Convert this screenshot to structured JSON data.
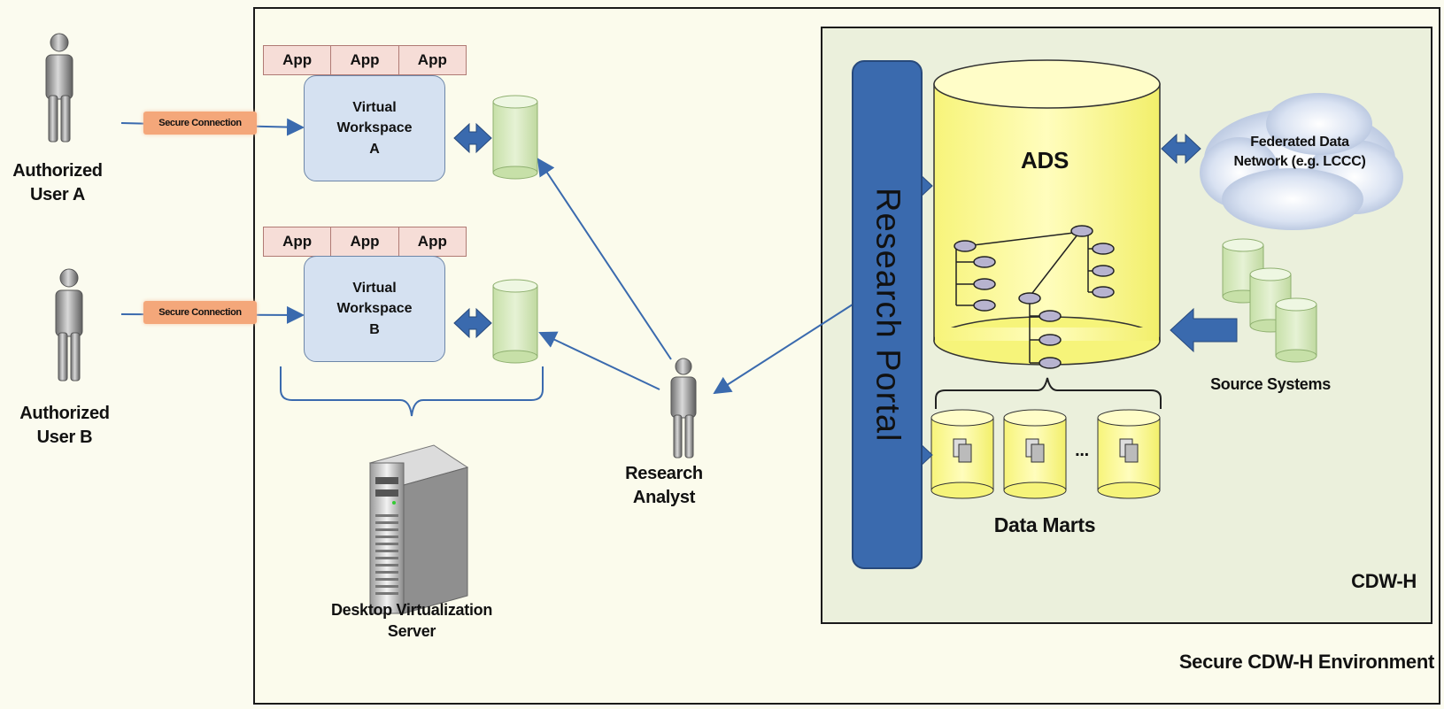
{
  "users": {
    "a_label": "Authorized User A",
    "b_label": "Authorized User B"
  },
  "connections": {
    "a_label": "Secure Connection",
    "b_label": "Secure Connection"
  },
  "apps": {
    "row_a": [
      "App",
      "App",
      "App"
    ],
    "row_b": [
      "App",
      "App",
      "App"
    ]
  },
  "workspaces": {
    "a_label": "Virtual Workspace A",
    "b_label": "Virtual Workspace B"
  },
  "server": {
    "label": "Desktop Virtualization Server"
  },
  "analyst": {
    "label": "Research Analyst"
  },
  "portal": {
    "label": "Research Portal"
  },
  "ads": {
    "label": "ADS"
  },
  "data_marts": {
    "label": "Data Marts",
    "ellipsis": "..."
  },
  "federated": {
    "label": "Federated Data Network (e.g. LCCC)"
  },
  "source_systems": {
    "label": "Source Systems"
  },
  "cdwh": {
    "label": "CDW-H"
  },
  "environment": {
    "label": "Secure CDW-H Environment"
  },
  "colors": {
    "arrow_blue": "#3a6aae",
    "portal_blue": "#3a6aae",
    "ads_yellow": "#fdfcaa",
    "db_green": "#daecc4",
    "workspace_blue": "#d5e1f1",
    "secure_orange": "#f4a77a",
    "app_pink": "#f6ddd7"
  },
  "icons": [
    "person-icon",
    "server-tower-icon",
    "cloud-icon",
    "cylinder-database-icon",
    "document-stack-icon",
    "double-arrow-icon"
  ]
}
